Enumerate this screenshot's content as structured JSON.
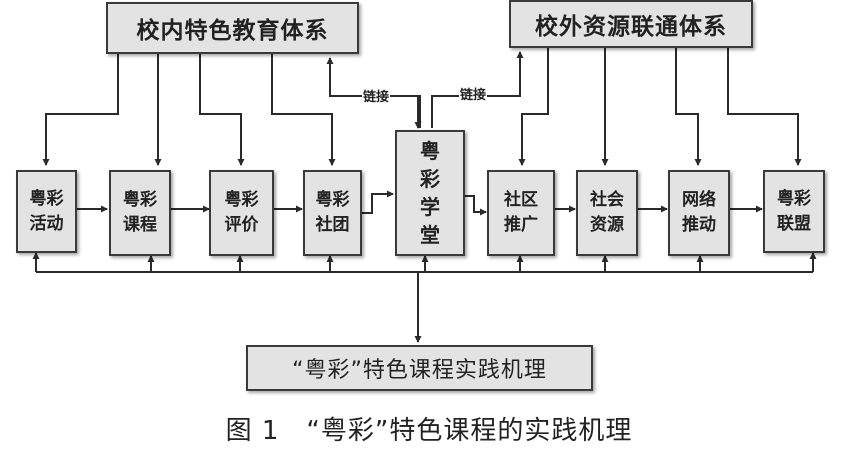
{
  "top_boxes": {
    "internal": "校内特色教育体系",
    "external": "校外资源联通体系"
  },
  "link_labels": [
    "链接",
    "链接"
  ],
  "center_node": "粤彩学堂",
  "left_nodes": [
    "粤彩活动",
    "粤彩课程",
    "粤彩评价",
    "粤彩社团"
  ],
  "right_nodes": [
    "社区推广",
    "社会资源",
    "网络推动",
    "粤彩联盟"
  ],
  "mechanism_box": "“粤彩”特色课程实践机理",
  "caption": "图 1　“粤彩”特色课程的实践机理",
  "colors": {
    "box_fill": "#e3e3e3",
    "box_border": "#3a3a3a",
    "line": "#2a2a2a"
  }
}
